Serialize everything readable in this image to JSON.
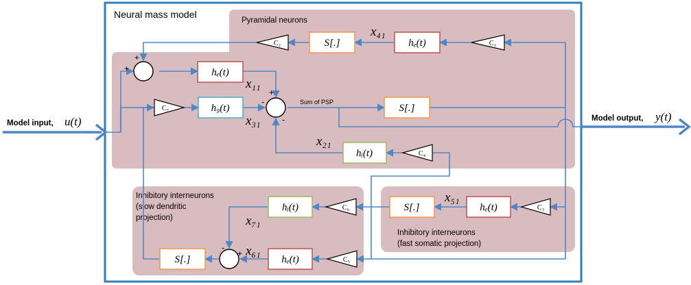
{
  "title": "Neural mass model",
  "regions": {
    "pyramidal": "Pyramidal neurons",
    "inhib_slow": [
      "Inhibitory interneurons",
      "(slow dendritic",
      "projection)"
    ],
    "inhib_fast": [
      "Inhibitory interneurons",
      "(fast somatic projection)"
    ]
  },
  "io": {
    "input_label": "Model input,",
    "input_var": "u(t)",
    "output_label": "Model output,",
    "output_var": "y(t)"
  },
  "sum_label": "Sum of PSP",
  "blocks": {
    "he_top": "hₑ(t)",
    "he_mid": "hₑ(t)",
    "hg": "h₉(t)",
    "hi_center": "hᵢ(t)",
    "hi_slow": "hᵢ(t)",
    "he_fast": "hₑ(t)",
    "he_bottom": "hₑ(t)",
    "s_top": "S[.]",
    "s_center": "S[.]",
    "s_fast": "S[.]",
    "s_bottom": "S[.]"
  },
  "gains": {
    "c1": "C₁",
    "c2": "C₂",
    "c3": "C₃",
    "c4": "C₄",
    "c5": "C₅",
    "c6": "C₆",
    "c7": "C₇"
  },
  "signals": {
    "x41": "x₄₁",
    "x11": "x₁₁",
    "x31": "x₃₁",
    "x21": "x₂₁",
    "x51": "x₅₁",
    "x71": "x₇₁",
    "x61": "x₆₁"
  },
  "signs": {
    "plus": "+",
    "minus": "-"
  },
  "colors": {
    "wire": "#4f86c6",
    "region": "#d9bcc0",
    "frame": "#2f7fbf",
    "block_he": "#c0504d",
    "block_s": "#f79646",
    "block_hg": "#4bacc6",
    "block_hi": "#9bbb59"
  }
}
